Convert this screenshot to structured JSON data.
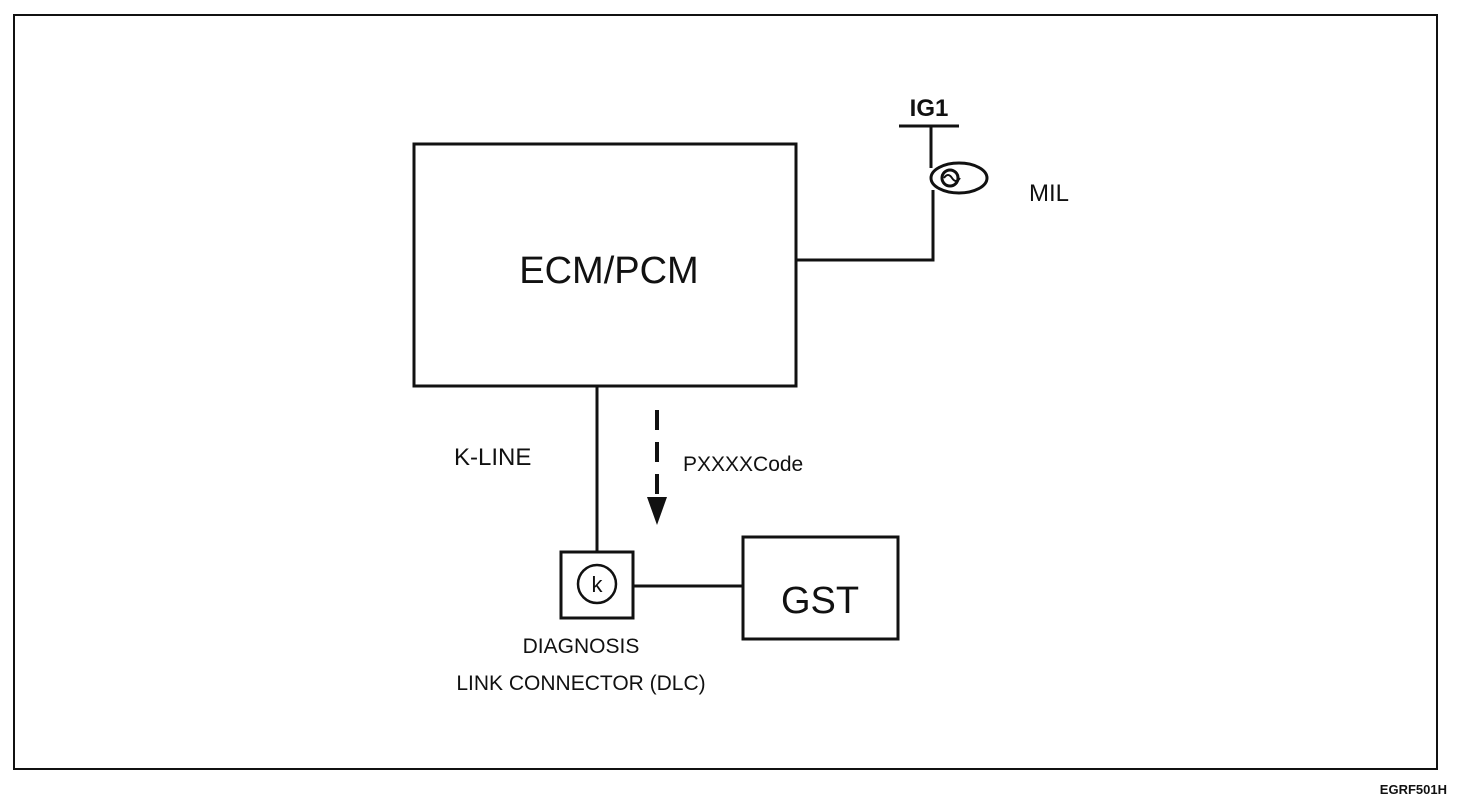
{
  "diagram": {
    "ecm_label": "ECM/PCM",
    "ig_label": "IG1",
    "mil_label": "MIL",
    "kline_label": "K-LINE",
    "signal_label": "PXXXXCode",
    "connector_symbol": "k",
    "dlc_line1": "DIAGNOSIS",
    "dlc_line2": "LINK CONNECTOR (DLC)",
    "gst_label": "GST",
    "figure_code": "EGRF501H"
  },
  "colors": {
    "line": "#111111",
    "background": "#ffffff"
  },
  "icons": {
    "lamp": "lamp-icon",
    "connector": "connector-k-icon"
  }
}
